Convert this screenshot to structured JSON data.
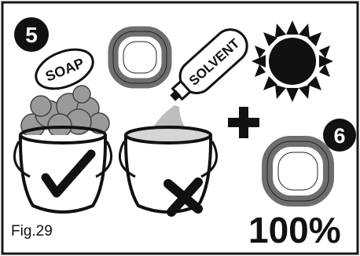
{
  "frame": {
    "border_color": "#1a1a1a"
  },
  "steps": [
    {
      "number": "5"
    },
    {
      "number": "6"
    }
  ],
  "labels": {
    "soap": "SOAP",
    "solvent": "SOLVENT",
    "figure": "Fig.29",
    "result": "100%"
  },
  "icons": {
    "soap_bucket": "bucket-with-foam-icon",
    "solvent_bucket": "bucket-with-solvent-icon",
    "check": "check-mark-icon",
    "cross": "cross-mark-icon",
    "sun": "sun-icon",
    "plus": "plus-icon",
    "seal": "rubber-seal-icon"
  },
  "colors": {
    "ink": "#111111",
    "seal_fill": "#6e6e6e",
    "foam": "#9a9a9a",
    "solvent_liquid": "#bdbdbd"
  }
}
